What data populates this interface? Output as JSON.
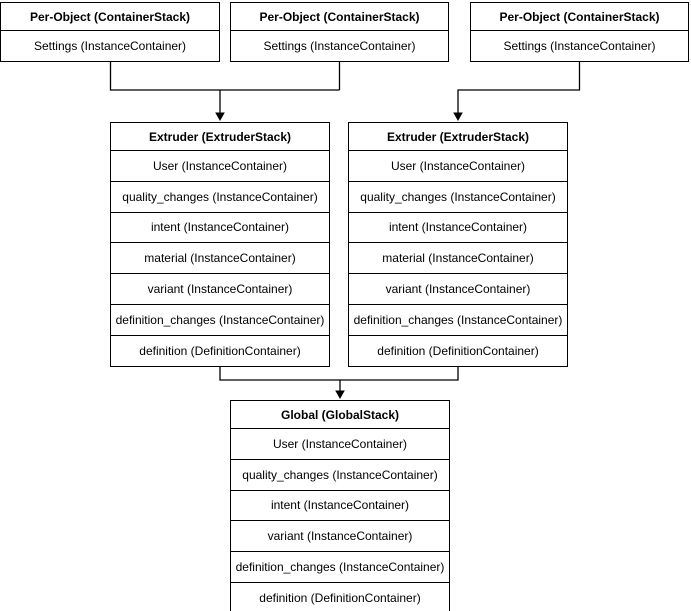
{
  "diagram": {
    "background_color": "#ffffff",
    "line_color": "#000000",
    "text_color": "#000000",
    "boxes": {
      "per_object_1": {
        "title": "Per-Object (ContainerStack)",
        "rows": [
          "Settings (InstanceContainer)"
        ]
      },
      "per_object_2": {
        "title": "Per-Object (ContainerStack)",
        "rows": [
          "Settings (InstanceContainer)"
        ]
      },
      "per_object_3": {
        "title": "Per-Object (ContainerStack)",
        "rows": [
          "Settings (InstanceContainer)"
        ]
      },
      "extruder_1": {
        "title": "Extruder (ExtruderStack)",
        "rows": [
          "User (InstanceContainer)",
          "quality_changes (InstanceContainer)",
          "intent (InstanceContainer)",
          "material (InstanceContainer)",
          "variant (InstanceContainer)",
          "definition_changes (InstanceContainer)",
          "definition (DefinitionContainer)"
        ]
      },
      "extruder_2": {
        "title": "Extruder (ExtruderStack)",
        "rows": [
          "User (InstanceContainer)",
          "quality_changes (InstanceContainer)",
          "intent (InstanceContainer)",
          "material (InstanceContainer)",
          "variant (InstanceContainer)",
          "definition_changes (InstanceContainer)",
          "definition (DefinitionContainer)"
        ]
      },
      "global": {
        "title": "Global (GlobalStack)",
        "rows": [
          "User (InstanceContainer)",
          "quality_changes (InstanceContainer)",
          "intent (InstanceContainer)",
          "variant (InstanceContainer)",
          "definition_changes (InstanceContainer)",
          "definition (DefinitionContainer)"
        ]
      }
    }
  }
}
